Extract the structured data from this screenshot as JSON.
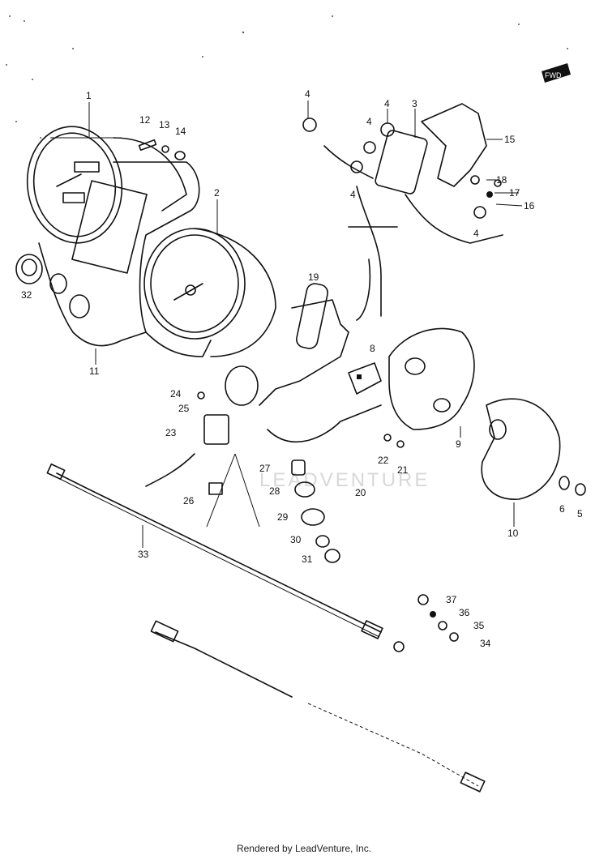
{
  "diagram": {
    "labels": [
      "1",
      "2",
      "3",
      "4",
      "4",
      "4",
      "4",
      "4",
      "5",
      "6",
      "8",
      "9",
      "10",
      "11",
      "12",
      "13",
      "14",
      "15",
      "16",
      "17",
      "18",
      "19",
      "20",
      "21",
      "22",
      "23",
      "24",
      "25",
      "26",
      "27",
      "28",
      "29",
      "30",
      "31",
      "32",
      "33",
      "34",
      "35",
      "36",
      "37"
    ],
    "corner_mark": "FWD",
    "watermark": "LEADVENTURE"
  },
  "footer": {
    "text": "Rendered by LeadVenture, Inc."
  }
}
